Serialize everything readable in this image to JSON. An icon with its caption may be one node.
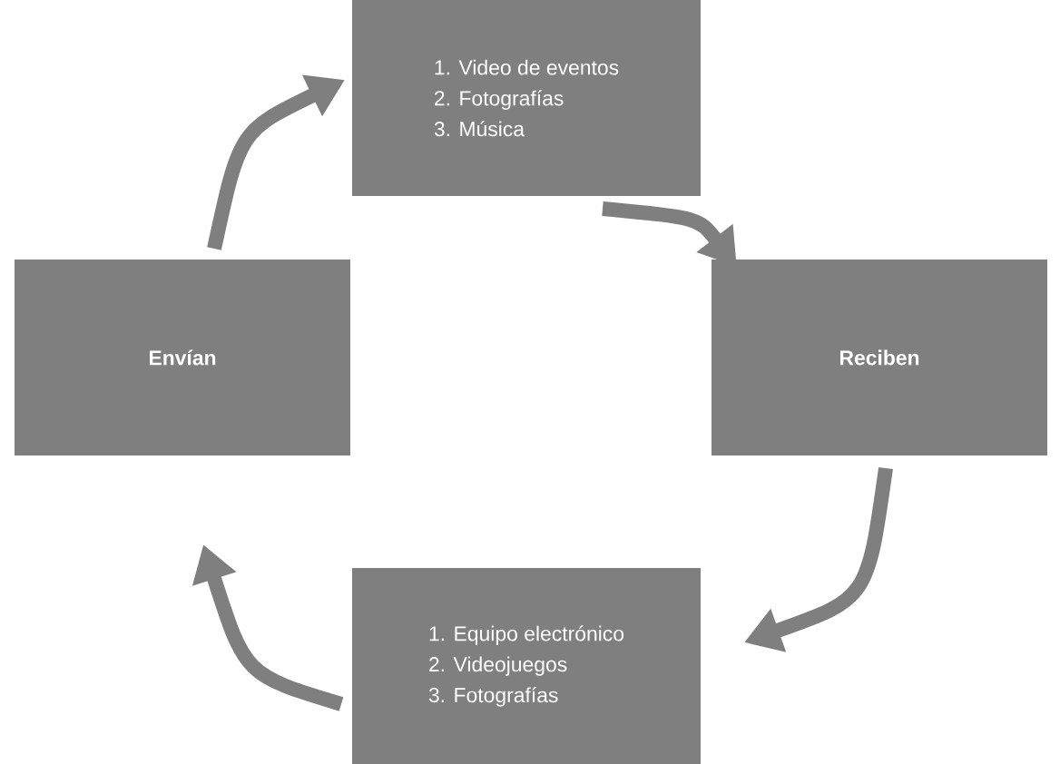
{
  "diagram": {
    "nodes": [
      {
        "text": [
          "1. Video de eventos",
          "2. Fotografías",
          "3. Música"
        ]
      },
      {
        "text": [
          "Envían"
        ]
      },
      {
        "text": [
          "Reciben"
        ]
      },
      {
        "text": [
          "1. Equipo electrónico",
          "2. Videojuegos",
          "3. Fotografías"
        ]
      }
    ],
    "edges": [
      {
        "from": 0,
        "to": 2,
        "arrow": "to"
      },
      {
        "from": 2,
        "to": 3,
        "arrow": "to"
      },
      {
        "from": 3,
        "to": 1,
        "arrow": "to"
      },
      {
        "from": 1,
        "to": 0,
        "arrow": "to"
      }
    ]
  }
}
